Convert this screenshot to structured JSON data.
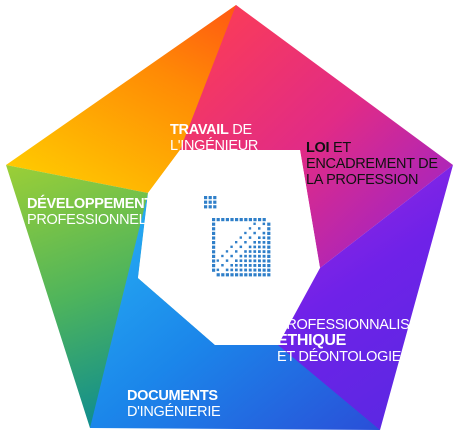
{
  "segments": {
    "travail": {
      "bold": "TRAVAIL",
      "rest": " DE",
      "line2": "L'INGÉNIEUR"
    },
    "loi": {
      "bold": "LOI",
      "rest": " ET",
      "line2": "ENCADREMENT DE",
      "line3": "LA PROFESSION"
    },
    "developpement": {
      "line1": "DÉVELOPPEMENT",
      "line2": "PROFESSIONNEL"
    },
    "professionnalisme": {
      "line1": "PROFESSIONNALISME,",
      "line2": "ÉTHIQUE",
      "line3": "ET DÉONTOLOGIE"
    },
    "documents": {
      "line1": "DOCUMENTS",
      "line2": "D'INGÉNIERIE"
    }
  },
  "colors": {
    "orange_red": "#ff4a12",
    "yellow": "#ffd000",
    "pink": "#e8286a",
    "purple": "#8b1fdc",
    "violet": "#7a1de6",
    "green": "#8dc63f",
    "teal": "#1a9b8f",
    "blue": "#1e9cf2",
    "logo_blue": "#2f7fc9"
  },
  "icons": {
    "center_logo": "dotted-square-logo-icon"
  }
}
